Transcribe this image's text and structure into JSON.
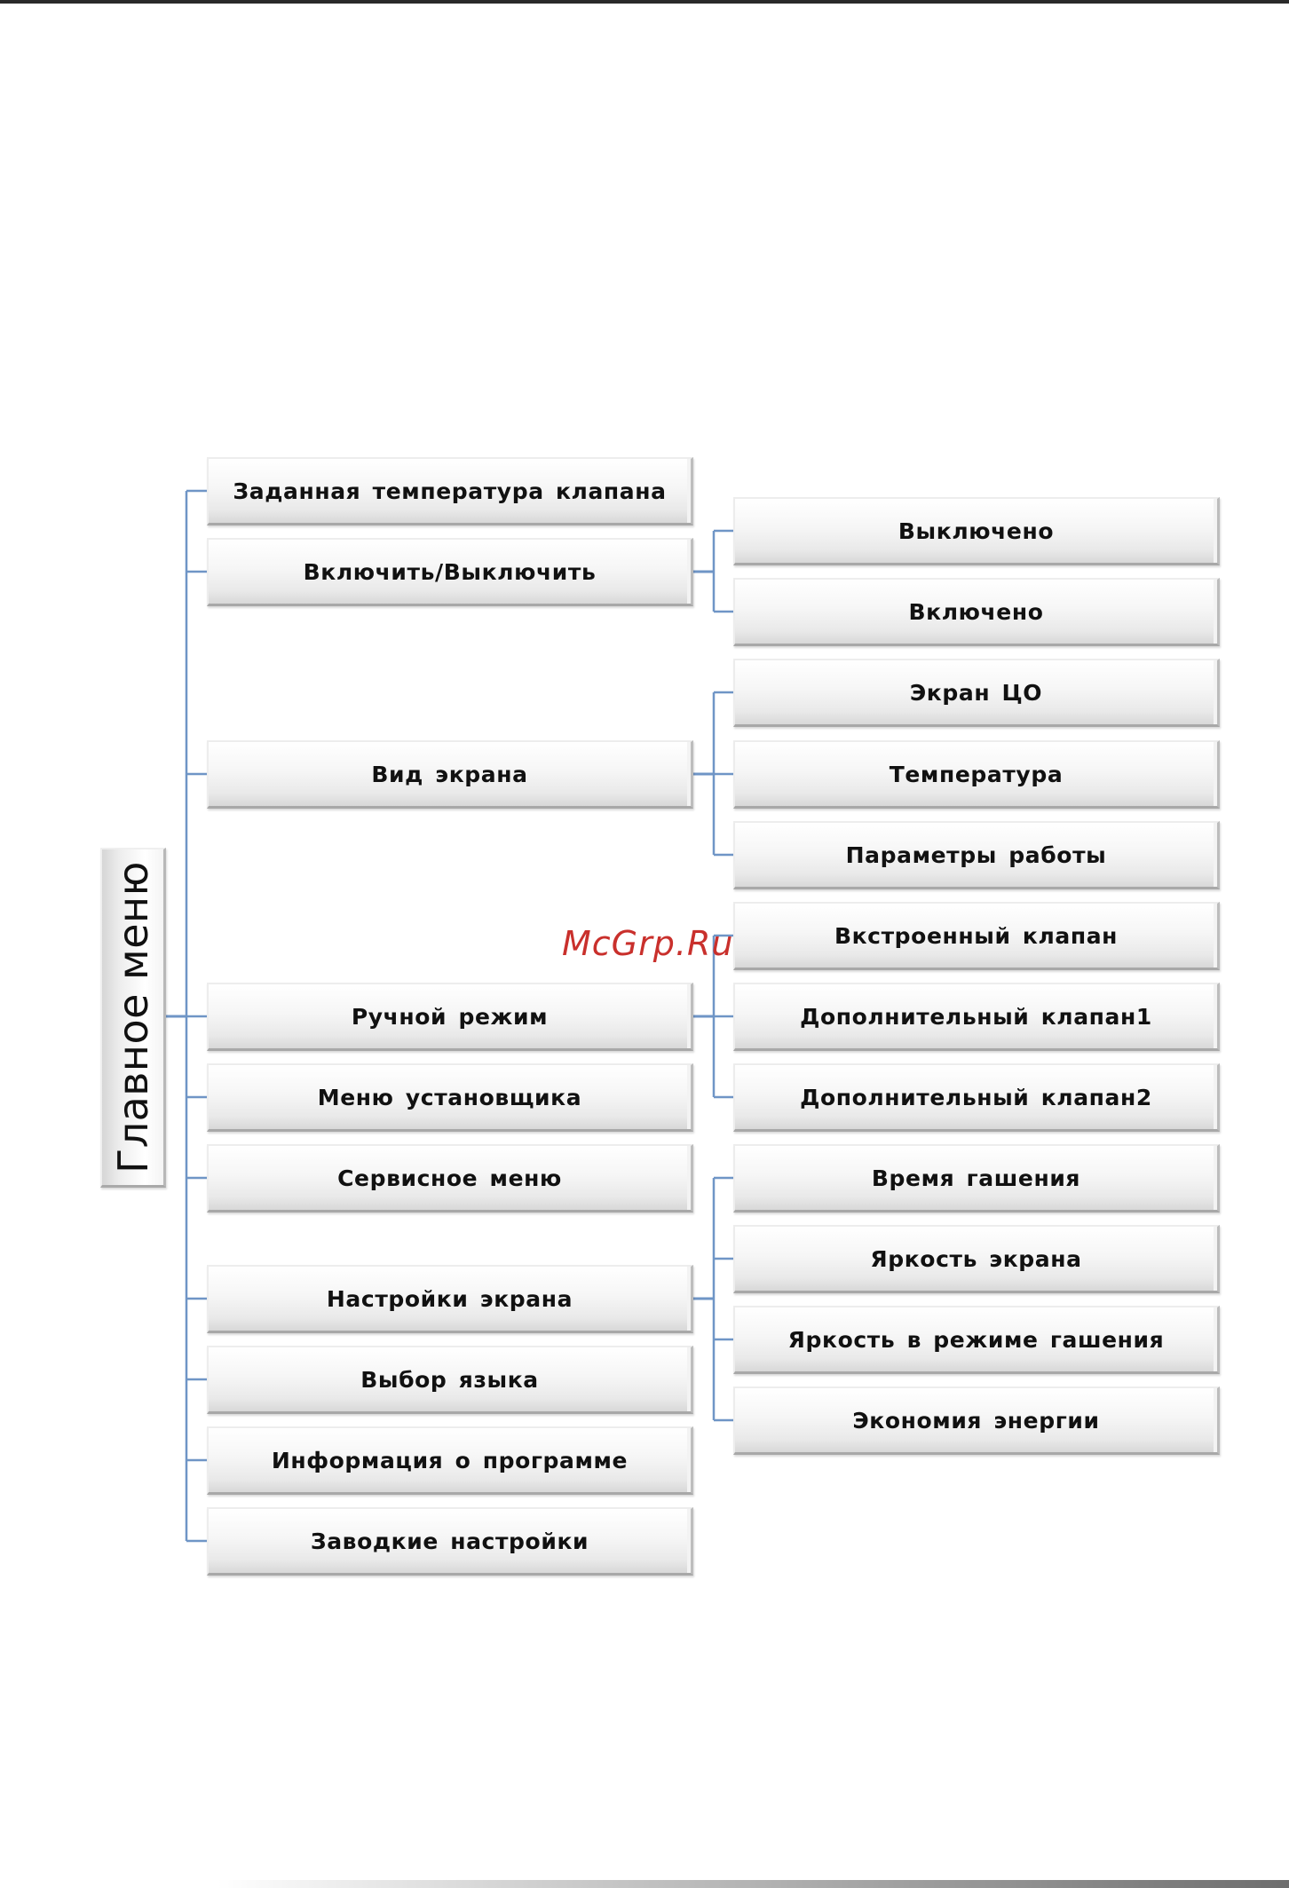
{
  "diagram": {
    "root": {
      "label": "Главное меню"
    },
    "level1": [
      "Заданная температура клапана",
      "Включить/Выключить",
      "Вид экрана",
      "Ручной режим",
      "Меню установщика",
      "Сервисное меню",
      "Настройки экрана",
      "Выбор языка",
      "Информация  о программе",
      "Заводкие  настройки"
    ],
    "level2": [
      "Выключено",
      "Включено",
      "Экран ЦО",
      "Температура",
      "Параметры работы",
      "Вкстроенный  клапан",
      "Дополнительный  клапан1",
      "Дополнительный  клапан2",
      "Время  гашения",
      "Яркость  экрана",
      "Яркость  в режиме  гашения",
      "Экономия  энергии"
    ]
  },
  "watermark": {
    "text": "McGrp.Ru"
  },
  "colors": {
    "connector": "#6f95c6",
    "watermark": "#c9302c"
  }
}
